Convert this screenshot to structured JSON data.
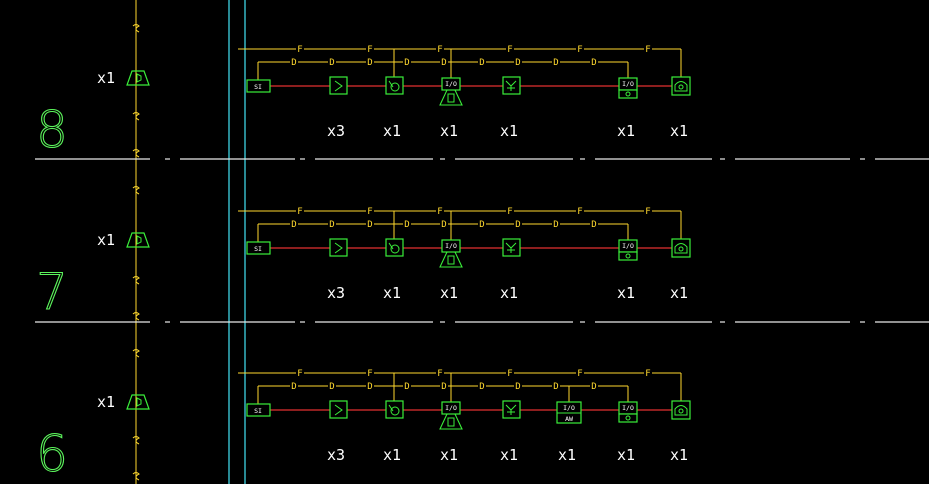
{
  "colors": {
    "bg": "#000000",
    "green": "#3aee3a",
    "yellow": "#ffd92e",
    "red": "#e23131",
    "cyan": "#3fd4e3",
    "white": "#ffffff",
    "sep": "#e8e8e8"
  },
  "loop_labels": {
    "fire": "F",
    "detector": "D"
  },
  "floors": [
    {
      "label": "8",
      "speaker_qty": "x1",
      "devices": [
        {
          "type": "si",
          "text": "SI",
          "qty": ""
        },
        {
          "type": "s",
          "qty": "x3"
        },
        {
          "type": "heat",
          "qty": "x1"
        },
        {
          "type": "io-cone",
          "text": "I/O",
          "qty": "x1"
        },
        {
          "type": "y",
          "qty": "x1"
        },
        {
          "type": "io-dot",
          "text": "I/O",
          "qty": "x1"
        },
        {
          "type": "phone",
          "qty": "x1"
        }
      ]
    },
    {
      "label": "7",
      "speaker_qty": "x1",
      "devices": [
        {
          "type": "si",
          "text": "SI",
          "qty": ""
        },
        {
          "type": "s",
          "qty": "x3"
        },
        {
          "type": "heat",
          "qty": "x1"
        },
        {
          "type": "io-cone",
          "text": "I/O",
          "qty": "x1"
        },
        {
          "type": "y",
          "qty": "x1"
        },
        {
          "type": "io-dot",
          "text": "I/O",
          "qty": "x1"
        },
        {
          "type": "phone",
          "qty": "x1"
        }
      ]
    },
    {
      "label": "6",
      "speaker_qty": "x1",
      "devices": [
        {
          "type": "si",
          "text": "SI",
          "qty": ""
        },
        {
          "type": "s",
          "qty": "x3"
        },
        {
          "type": "heat",
          "qty": "x1"
        },
        {
          "type": "io-cone",
          "text": "I/O",
          "qty": "x1"
        },
        {
          "type": "y",
          "qty": "x1"
        },
        {
          "type": "io-aw",
          "text": "I/O",
          "sub": "AW",
          "qty": "x1"
        },
        {
          "type": "io-dot",
          "text": "I/O",
          "qty": "x1"
        },
        {
          "type": "phone",
          "qty": "x1"
        }
      ]
    }
  ],
  "icons": [
    "speaker-icon",
    "smoke-detector-icon",
    "heat-detector-icon",
    "input-output-module-icon",
    "sounder-icon",
    "telephone-icon"
  ]
}
